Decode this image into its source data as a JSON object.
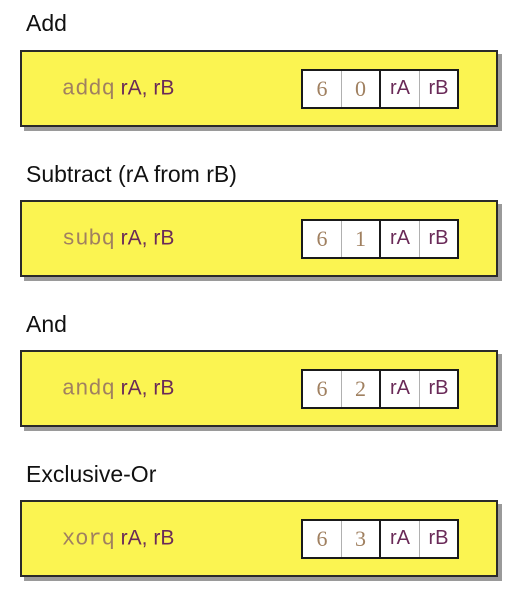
{
  "sections": [
    {
      "title": "Add",
      "opcode": "addq",
      "operands": "rA, rB",
      "encoding": [
        "6",
        "0",
        "rA",
        "rB"
      ]
    },
    {
      "title": "Subtract (rA from rB)",
      "opcode": "subq",
      "operands": "rA, rB",
      "encoding": [
        "6",
        "1",
        "rA",
        "rB"
      ]
    },
    {
      "title": "And",
      "opcode": "andq",
      "operands": "rA, rB",
      "encoding": [
        "6",
        "2",
        "rA",
        "rB"
      ]
    },
    {
      "title": "Exclusive-Or",
      "opcode": "xorq",
      "operands": "rA, rB",
      "encoding": [
        "6",
        "3",
        "rA",
        "rB"
      ]
    }
  ],
  "colors": {
    "box_fill": "#fbf451",
    "opcode_text": "#a08060",
    "register_text": "#6a2a58"
  }
}
